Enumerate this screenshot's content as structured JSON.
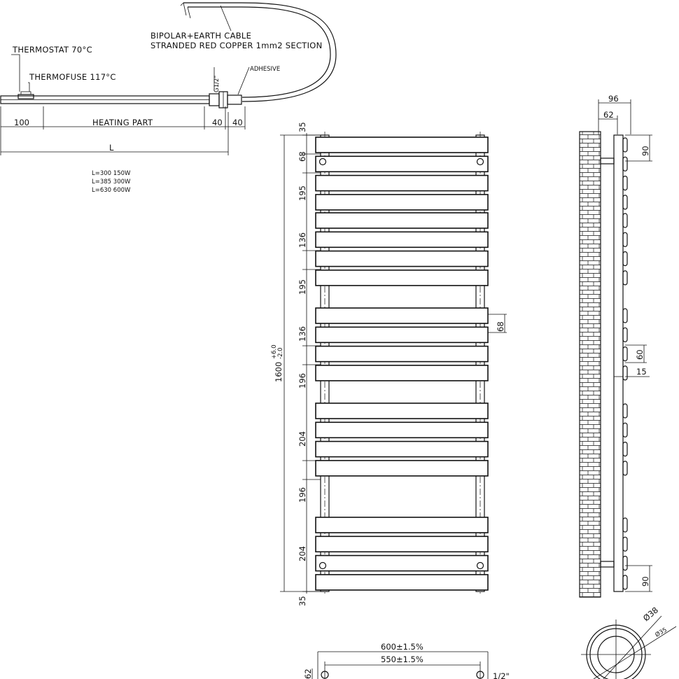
{
  "element": {
    "thermostat": "THERMOSTAT 70°C",
    "thermofuse": "THERMOFUSE 117°C",
    "cable_line1": "BIPOLAR+EARTH CABLE",
    "cable_line2": "STRANDED RED COPPER 1mm2 SECTION",
    "thread": "G1/2\"",
    "adhesive": "ADHESIVE",
    "dim_100": "100",
    "dim_heating": "HEATING PART",
    "dim_40a": "40",
    "dim_40b": "40",
    "dim_L": "L",
    "power_table": [
      "L=300 150W",
      "L=385 300W",
      "L=630 600W"
    ]
  },
  "front": {
    "height_label": "1600",
    "tol_plus": "+6.0",
    "tol_minus": "-2.0",
    "dims": [
      "35",
      "68",
      "195",
      "136",
      "195",
      "136",
      "196",
      "204",
      "196",
      "204",
      "35"
    ],
    "bar_dim": "68"
  },
  "side": {
    "d96": "96",
    "d62": "62",
    "d90_top": "90",
    "d60": "60",
    "d15": "15",
    "d90_bottom": "90"
  },
  "bottom": {
    "width_outer": "600±1.5%",
    "width_inner": "550±1.5%",
    "d62": "62",
    "clip_text": "1/2\""
  },
  "circle": {
    "d38": "Ø38",
    "d35": "Ø35"
  }
}
